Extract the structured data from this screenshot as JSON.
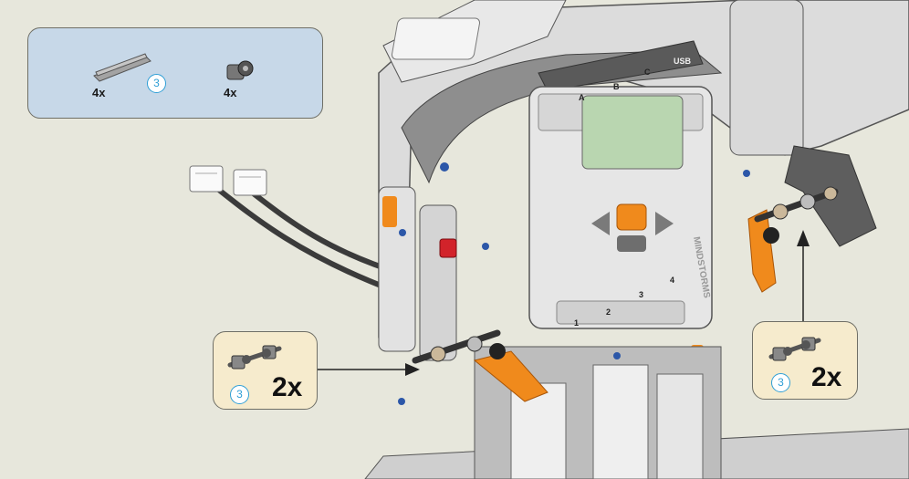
{
  "parts_list": {
    "axle_qty": "4x",
    "axle_length_badge": "3",
    "bush_qty": "4x"
  },
  "callout_left": {
    "badge": "3",
    "qty": "2x"
  },
  "callout_right": {
    "badge": "3",
    "qty": "2x"
  },
  "nxt_brick": {
    "ports_top": [
      "A",
      "B",
      "C",
      "USB"
    ],
    "ports_bottom": [
      "1",
      "2",
      "3",
      "4"
    ],
    "brand": "MINDSTORMS"
  },
  "colors": {
    "background": "#e7e7dc",
    "parts_panel": "#c7d8e8",
    "callout_panel": "#f6ebcd",
    "badge_blue": "#2f9fd6",
    "orange": "#f08a1c",
    "screen_green": "#b9d6b0"
  }
}
